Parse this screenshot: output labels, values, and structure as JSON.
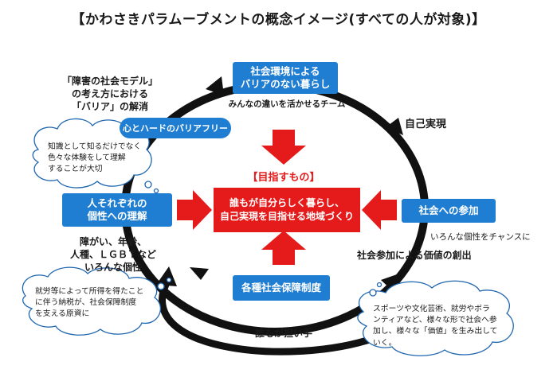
{
  "title": "【かわさきパラムーブメントの概念イメージ(すべての人が対象)】",
  "boxes": {
    "top": "社会環境による\nバリアのない暮らし",
    "left": "人それぞれの\n個性への理解",
    "right": "社会への参加",
    "bottom": "各種社会保障制度",
    "center": "誰もが自分らしく暮らし、\n自己実現を目指せる地域づくり"
  },
  "goal_label": "【目指すもの】",
  "pill": "心とハードのバリアフリー",
  "labels": {
    "social_model": "「障害の社会モデル」\nの考え方における\n「バリア」の解消",
    "teamwork": "みんなの違いを活かせるチーム",
    "self_realization": "自己実現",
    "diversity": "障がい、年齢、\n人種、ＬＧＢＴなど\nいろんな個性",
    "challenge": "いろんな個性をチャンスに",
    "value_creation": "社会参加による価値の創出",
    "supporters": "誰もが担い手"
  },
  "clouds": {
    "knowledge": "知識として知るだけでなく\n色々な体験をして理解\nすることが大切",
    "tax": "就労等によって所得を得たこと\nに伴う納税が、社会保障制度\nを支える原資に",
    "activities": "スポーツや文化芸術、就労やボラ\nンティアなど、様々な形で社会へ参\n加し、様々な「価値」を生み出して\nいく。"
  },
  "colors": {
    "blue": "#1f7ed1",
    "red": "#e51b1b",
    "ring": "#111111"
  }
}
